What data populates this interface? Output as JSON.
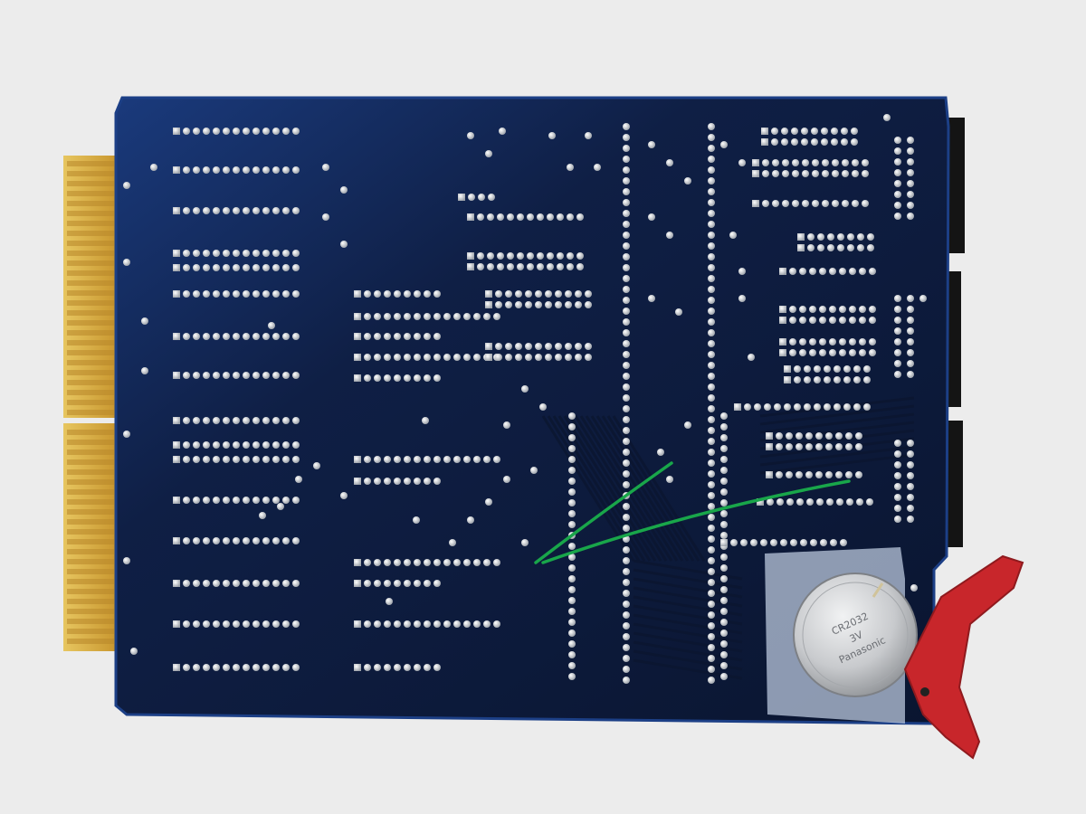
{
  "photo": {
    "subject": "",
    "colors": {
      "background": "#ececec",
      "pcb": "#0f1d3a",
      "pcb_edge": "#1c3f86",
      "gold_fingers": "#d9b44a",
      "solder": "#cfd3d8",
      "jumper_wire": "#19a64a",
      "battery": "#c7c9cc",
      "tape": "#b9c7dc",
      "lever": "#c8262b"
    }
  },
  "battery": {
    "markings": [
      "CR2032",
      "3V",
      "Panasonic"
    ]
  }
}
